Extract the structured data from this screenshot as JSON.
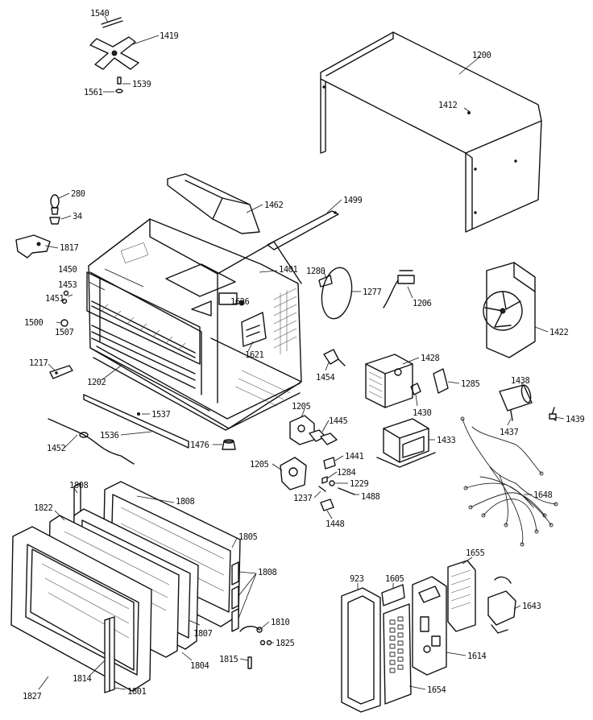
{
  "callouts": {
    "c1540": "1540",
    "c1419": "1419",
    "c1561": "1561",
    "c1539": "1539",
    "c1200": "1200",
    "c1412": "1412",
    "c280": "280",
    "c34": "34",
    "c1817": "1817",
    "c1462": "1462",
    "c1499": "1499",
    "c1450": "1450",
    "c1453": "1453",
    "c1451": "1451",
    "c1500": "1500",
    "c1507": "1507",
    "c1401": "1401",
    "c1626": "1626",
    "c1621": "1621",
    "c1280": "1280",
    "c1277": "1277",
    "c1206": "1206",
    "c1422": "1422",
    "c1217": "1217",
    "c1202": "1202",
    "c1454": "1454",
    "c1428": "1428",
    "c1285": "1285",
    "c1430": "1430",
    "c1438": "1438",
    "c1437": "1437",
    "c1439": "1439",
    "c1537": "1537",
    "c1536": "1536",
    "c1452": "1452",
    "c1476": "1476",
    "c1205a": "1205",
    "c1445": "1445",
    "c1205b": "1205",
    "c1441": "1441",
    "c1284": "1284",
    "c1229": "1229",
    "c1237": "1237",
    "c1488": "1488",
    "c1448": "1448",
    "c1433": "1433",
    "c1648": "1648",
    "c1808a": "1808",
    "c1822": "1822",
    "c1808b": "1808",
    "c1805": "1805",
    "c1808c": "1808",
    "c1810": "1810",
    "c1825": "1825",
    "c1815": "1815",
    "c1827": "1827",
    "c1807": "1807",
    "c1804": "1804",
    "c1814": "1814",
    "c1801": "1801",
    "c923": "923",
    "c1605": "1605",
    "c1655": "1655",
    "c1643": "1643",
    "c1614": "1614",
    "c1654": "1654"
  }
}
